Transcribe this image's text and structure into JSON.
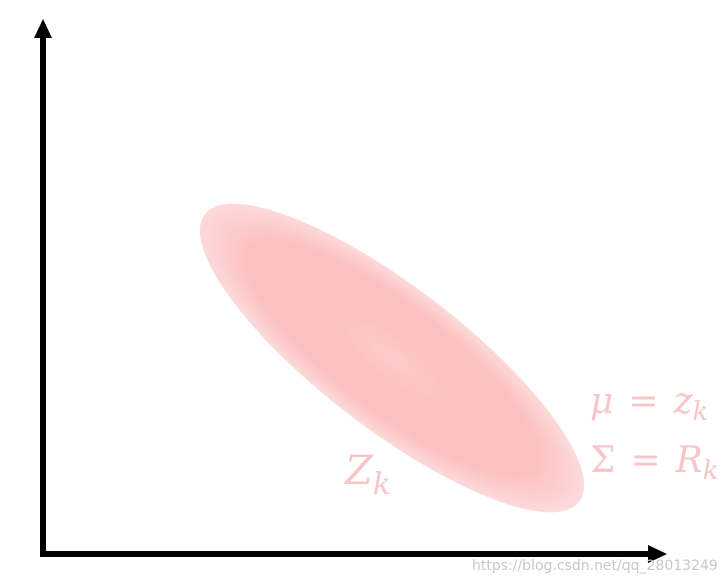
{
  "labels": {
    "ellipse_symbol": "Z",
    "ellipse_subscript": "k",
    "mean_lhs": "μ",
    "mean_equals": "=",
    "mean_rhs": "z",
    "mean_rhs_subscript": "k",
    "cov_lhs": "Σ",
    "cov_equals": "=",
    "cov_rhs": "R",
    "cov_rhs_subscript": "k"
  },
  "watermark": "https://blog.csdn.net/qq_28013249",
  "colors": {
    "axis": "#000000",
    "ellipse_center": "#fccaca",
    "ellipse_mid": "#fcc0c0",
    "ellipse_edge": "#fddada",
    "label": "#f8c6c6",
    "watermark": "#c8c8c8",
    "background": "#ffffff"
  }
}
